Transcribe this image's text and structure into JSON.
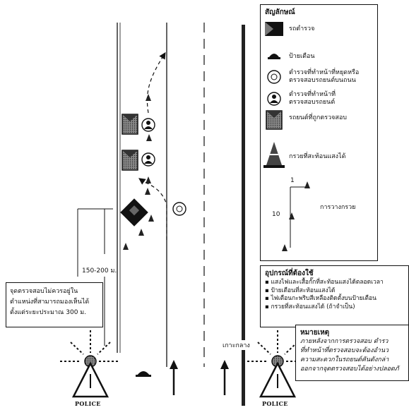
{
  "legend": {
    "title": "สัญลักษณ์",
    "items": [
      {
        "label": "รถตำรวจ",
        "icon": "police-car-icon"
      },
      {
        "label": "ป้ายเตือน",
        "icon": "warning-sign-icon"
      },
      {
        "label": "ตำรวจที่ทำหน้าที่หยุดหรือ\nตรวจสอบรถยนต์บนถนน",
        "icon": "stop-officer-icon"
      },
      {
        "label": "ตำรวจที่ทำหน้าที่\nตรวจสอบรถยนต์",
        "icon": "inspecting-officer-icon"
      },
      {
        "label": "รถยนต์ที่ถูกตรวจสอบ",
        "icon": "inspected-car-icon"
      },
      {
        "label": "กรวยที่สะท้อนแสงได้",
        "icon": "reflective-cone-icon"
      }
    ],
    "cone_layout": {
      "label": "การวางกรวย",
      "num_top": "1",
      "num_mid": "10"
    }
  },
  "equipment": {
    "title": "อุปกรณ์ที่ต้องใช้",
    "items": [
      "แสงไฟและเสื้อกั๊กที่สะท้อนแสงได้ตลอดเวลา",
      "ป้ายเตือนที่สะท้อนแสงได้",
      "ไฟเตือนกะพริบสีเหลืองติดตั้งบนป้ายเตือน",
      "กรวยที่สะท้อนแสงได้ (ถ้าจำเป็น)"
    ]
  },
  "note": {
    "title": "หมายเหตุ",
    "lines": [
      "ภายหลังจากการตรวจสอบ ตำรว",
      "ที่ทำหน้าที่ตรวจสอบจะต้องอำนว",
      "ความสะดวกในรถยนต์คันดังกล่า",
      "ออกจากจุดตรวจสอบได้อย่างปลอดภั"
    ]
  },
  "distance_label": "150-200 ม.",
  "checkpoint_note": [
    "จุดตรวจสอบไม่ควรอยู่ใน",
    "ตำแหน่งที่สามารถมองเห็นได้",
    "ตั้งแต่ระยะประมาณ 300 ม."
  ],
  "median_label": "เกาะกลาง",
  "police_left": "POLICE",
  "police_right": "POLICE",
  "colors": {
    "ink": "#111111",
    "cone": "#333333",
    "paper": "#ffffff"
  }
}
